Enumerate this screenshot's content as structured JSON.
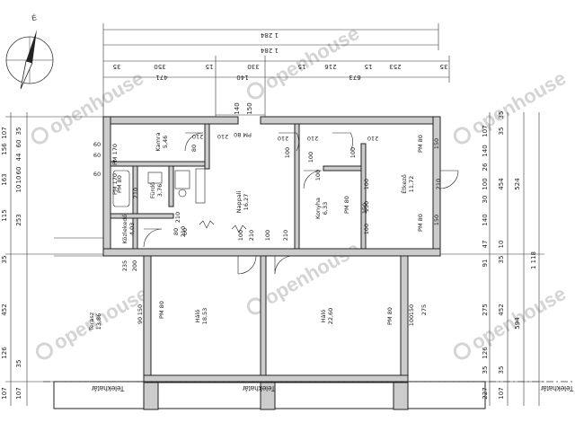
{
  "compass": {
    "letter": "É"
  },
  "top_dims": {
    "total_1": "1 284",
    "total_2": "1 284",
    "seg": [
      "35",
      "350",
      "15",
      "330",
      "15",
      "216",
      "15",
      "253",
      "35"
    ],
    "row3": [
      "471",
      "140",
      "673"
    ],
    "row4": [
      "140",
      "150"
    ]
  },
  "left_dims": [
    "107",
    "156",
    "35",
    "60",
    "44",
    "60",
    "10",
    "163",
    "10",
    "115",
    "253",
    "35",
    "452",
    "35",
    "126",
    "107",
    "107"
  ],
  "right_dims": {
    "col1": [
      "107",
      "35",
      "140",
      "26",
      "100",
      "30",
      "140",
      "47",
      "91",
      "275",
      "126",
      "35",
      "227"
    ],
    "col2": [
      "35",
      "454",
      "10",
      "35",
      "452",
      "35",
      "107"
    ],
    "col3": [
      "524",
      "1 118",
      "594"
    ]
  },
  "rooms": [
    {
      "name": "Kamra",
      "area": "5,46"
    },
    {
      "name": "Nappali",
      "area": "16,27"
    },
    {
      "name": "Konyha",
      "area": "6,33"
    },
    {
      "name": "Étkező",
      "area": "11,72"
    },
    {
      "name": "Fürdő",
      "area": "3,76"
    },
    {
      "name": "Közlekedő",
      "area": "4,03"
    },
    {
      "name": "Terasz",
      "area": "13,86"
    },
    {
      "name": "Háló",
      "area": "18,53"
    },
    {
      "name": "Háló",
      "area": "22,60"
    }
  ],
  "openings": [
    "PM 80",
    "210",
    "80",
    "210",
    "100",
    "210",
    "210",
    "100",
    "100",
    "210",
    "PM 80",
    "150",
    "PM 170",
    "210",
    "PM 170",
    "150",
    "100",
    "100",
    "210",
    "PM 80",
    "80",
    "100",
    "210",
    "100",
    "210",
    "100",
    "210",
    "PM 80",
    "150",
    "150",
    "PM 80",
    "150",
    "PM 80",
    "150",
    "PM 80",
    "275",
    "100",
    "235",
    "200",
    "90",
    "210",
    "60",
    "60",
    "60",
    "60"
  ],
  "boundary": {
    "label": "Telekhatár"
  },
  "watermark": {
    "text": "openhouse"
  }
}
